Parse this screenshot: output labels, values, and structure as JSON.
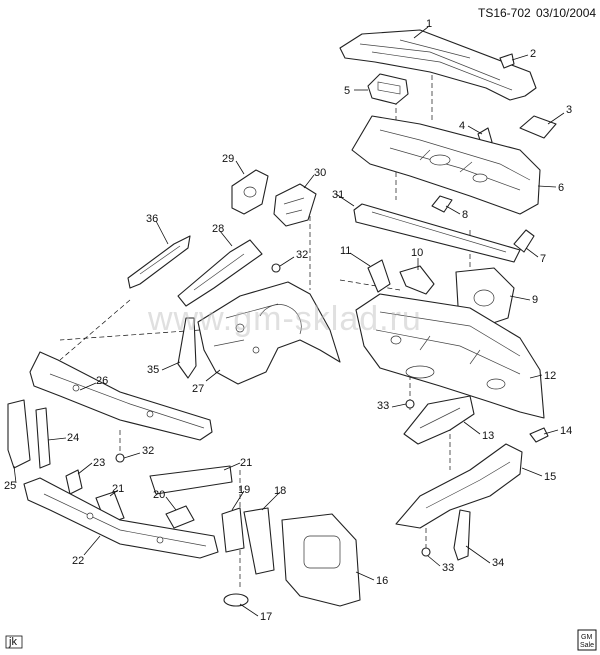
{
  "header": {
    "code": "TS16-702",
    "date": "03/10/2004"
  },
  "watermark": "www.gm-sklad.ru",
  "corner_tag": "jk",
  "badge": {
    "line1": "GM",
    "line2": "Sale"
  },
  "callouts": [
    {
      "id": "c1",
      "text": "1"
    },
    {
      "id": "c2",
      "text": "2"
    },
    {
      "id": "c3",
      "text": "3"
    },
    {
      "id": "c4",
      "text": "4"
    },
    {
      "id": "c5",
      "text": "5"
    },
    {
      "id": "c6",
      "text": "6"
    },
    {
      "id": "c7",
      "text": "7"
    },
    {
      "id": "c8",
      "text": "8"
    },
    {
      "id": "c9",
      "text": "9"
    },
    {
      "id": "c10",
      "text": "10"
    },
    {
      "id": "c11",
      "text": "11"
    },
    {
      "id": "c12",
      "text": "12"
    },
    {
      "id": "c13",
      "text": "13"
    },
    {
      "id": "c14",
      "text": "14"
    },
    {
      "id": "c15",
      "text": "15"
    },
    {
      "id": "c16",
      "text": "16"
    },
    {
      "id": "c17",
      "text": "17"
    },
    {
      "id": "c18",
      "text": "18"
    },
    {
      "id": "c19",
      "text": "19"
    },
    {
      "id": "c20",
      "text": "20"
    },
    {
      "id": "c21a",
      "text": "21"
    },
    {
      "id": "c21b",
      "text": "21"
    },
    {
      "id": "c22",
      "text": "22"
    },
    {
      "id": "c23",
      "text": "23"
    },
    {
      "id": "c24",
      "text": "24"
    },
    {
      "id": "c25",
      "text": "25"
    },
    {
      "id": "c26",
      "text": "26"
    },
    {
      "id": "c27",
      "text": "27"
    },
    {
      "id": "c28",
      "text": "28"
    },
    {
      "id": "c29",
      "text": "29"
    },
    {
      "id": "c30",
      "text": "30"
    },
    {
      "id": "c31",
      "text": "31"
    },
    {
      "id": "c32a",
      "text": "32"
    },
    {
      "id": "c32b",
      "text": "32"
    },
    {
      "id": "c33a",
      "text": "33"
    },
    {
      "id": "c33b",
      "text": "33"
    },
    {
      "id": "c34",
      "text": "34"
    },
    {
      "id": "c35",
      "text": "35"
    },
    {
      "id": "c36",
      "text": "36"
    }
  ]
}
